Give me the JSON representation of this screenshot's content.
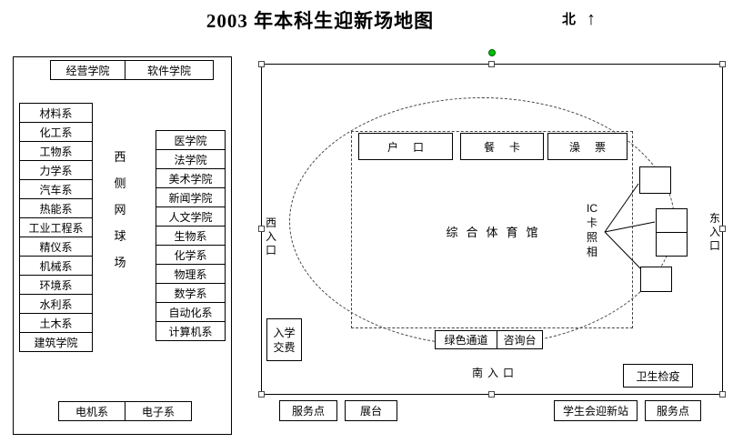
{
  "title": "2003 年本科生迎新场地图",
  "north": {
    "label": "北",
    "arrow": "↑"
  },
  "left_panel": {
    "top_row": [
      "经营学院",
      "软件学院"
    ],
    "left_column": [
      "材料系",
      "化工系",
      "工物系",
      "力学系",
      "汽车系",
      "热能系",
      "工业工程系",
      "精仪系",
      "机械系",
      "环境系",
      "水利系",
      "土木系",
      "建筑学院"
    ],
    "tennis_court": "西\n侧\n网\n球\n场",
    "right_column": [
      "医学院",
      "法学院",
      "美术学院",
      "新闻学院",
      "人文学院",
      "生物系",
      "化学系",
      "物理系",
      "数学系",
      "自动化系",
      "计算机系"
    ],
    "bottom_row": [
      "电机系",
      "电子系"
    ]
  },
  "map": {
    "gym_services": [
      "户口",
      "餐卡",
      "澡票"
    ],
    "gym_label": "综合体育馆",
    "ic_photo_label": "IC\n卡\n照\n相",
    "green_channel": "绿色通道",
    "info_desk": "咨询台",
    "west_entrance": "西\n入\n口",
    "east_entrance": "东\n入\n口",
    "south_entrance": "南入口",
    "enrollment_payment": "入学\n交费",
    "quarantine": "卫生检疫"
  },
  "bottom_row": [
    "服务点",
    "展台",
    "学生会迎新站",
    "服务点"
  ],
  "colors": {
    "rotate_handle": "#00c000",
    "line": "#000000"
  }
}
